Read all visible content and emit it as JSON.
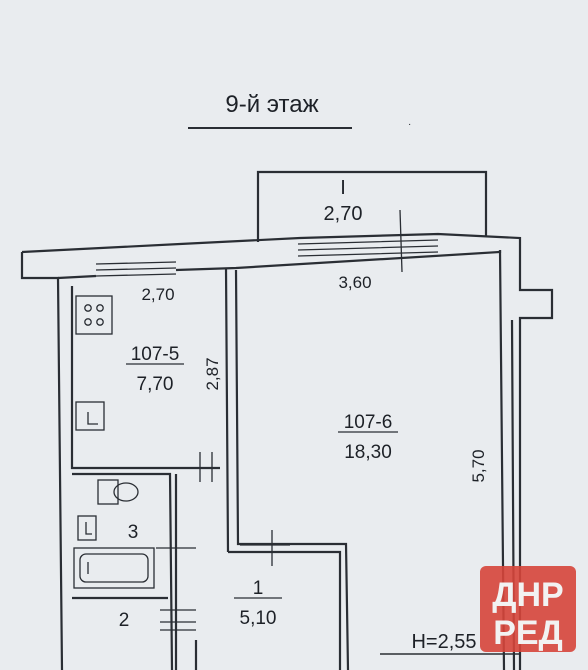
{
  "floor_title": "9-й этаж",
  "balcony": {
    "label": "I",
    "area": "2,70"
  },
  "dims": {
    "kitchen_width": "2,70",
    "room_width": "3,60",
    "kitchen_depth": "2,87",
    "room_depth": "5,70"
  },
  "rooms": {
    "kitchen": {
      "number": "107-5",
      "area": "7,70"
    },
    "living": {
      "number": "107-6",
      "area": "18,30"
    },
    "bathroom": {
      "number": "3"
    },
    "wc": {
      "number": "2"
    },
    "hall": {
      "number": "1",
      "area": "5,10"
    }
  },
  "height": "H=2,55",
  "watermark": {
    "line1": "ДНР",
    "line2": "РЕД"
  },
  "colors": {
    "paper": "#e9ecef",
    "ink": "#2a2e34",
    "watermark": "#d6453a"
  }
}
